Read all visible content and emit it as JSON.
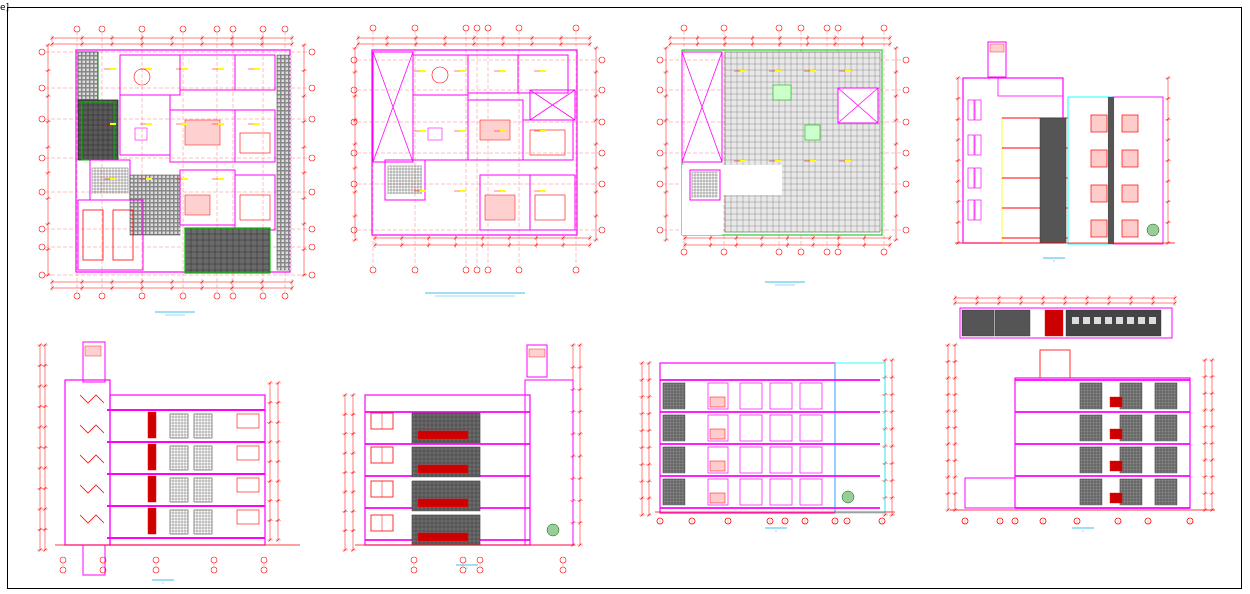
{
  "corner_tag": "e]",
  "colors": {
    "wall": "#ff00ff",
    "dimension": "#ff0000",
    "axis": "#ff0000",
    "hatch": "#555555",
    "green": "#00c000",
    "blue": "#0000ff",
    "yellow": "#ffff00",
    "cyan": "#00ffff",
    "caption": "#00a8e8"
  },
  "drawings": [
    {
      "id": "plan-ground",
      "kind": "floor-plan",
      "title": ""
    },
    {
      "id": "plan-typical",
      "kind": "floor-plan",
      "title": ""
    },
    {
      "id": "plan-roof",
      "kind": "roof-plan",
      "title": ""
    },
    {
      "id": "elevation-front",
      "kind": "elevation",
      "title": ""
    },
    {
      "id": "section-aa",
      "kind": "section",
      "title": ""
    },
    {
      "id": "section-bb",
      "kind": "section",
      "title": ""
    },
    {
      "id": "section-cc",
      "kind": "section",
      "title": ""
    },
    {
      "id": "section-dd",
      "kind": "section",
      "title": ""
    }
  ]
}
